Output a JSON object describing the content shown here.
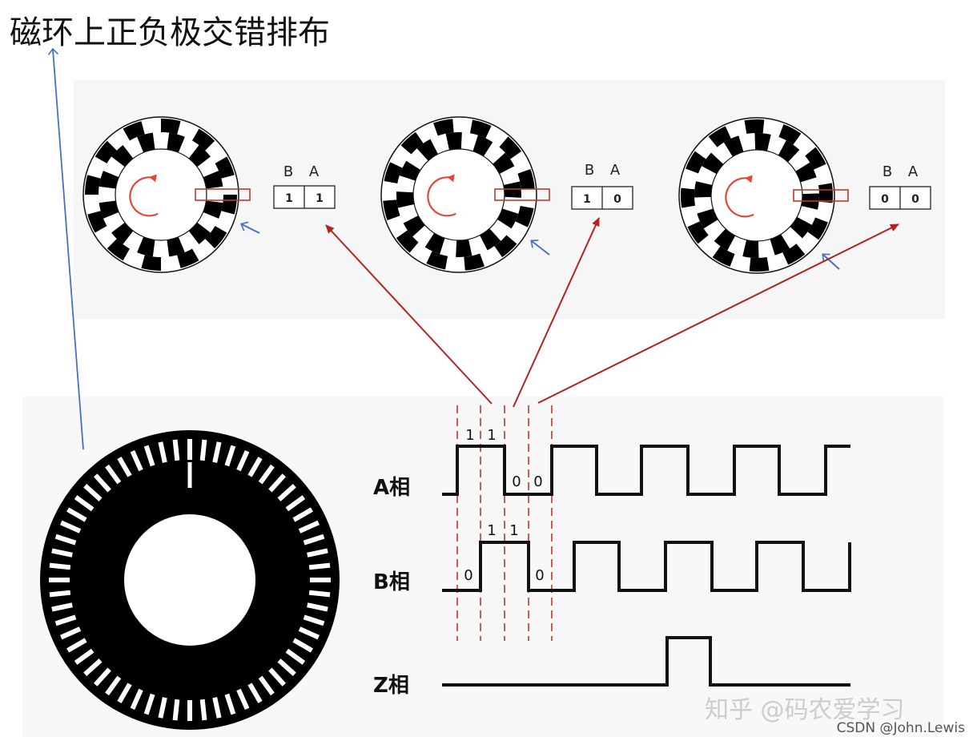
{
  "title": "磁环上正负极交错排布",
  "rings": [
    {
      "label_b": "B",
      "label_a": "A",
      "value_b": "1",
      "value_a": "1"
    },
    {
      "label_b": "B",
      "label_a": "A",
      "value_b": "1",
      "value_a": "0"
    },
    {
      "label_b": "B",
      "label_a": "A",
      "value_b": "0",
      "value_a": "0"
    }
  ],
  "signals": {
    "a_label": "A相",
    "b_label": "B相",
    "z_label": "Z相",
    "a_marks": [
      "1",
      "1",
      "0",
      "0"
    ],
    "b_marks": [
      "0",
      "1",
      "1",
      "0"
    ]
  },
  "watermark": "知乎 @码农爱学习",
  "credit": "CSDN @John.Lewis",
  "colors": {
    "arrow_red": "#b22222",
    "arrow_blue": "#4472c4",
    "dash_red": "#c0392b",
    "ring_black": "#000000",
    "rotation_red": "#e0483a"
  }
}
